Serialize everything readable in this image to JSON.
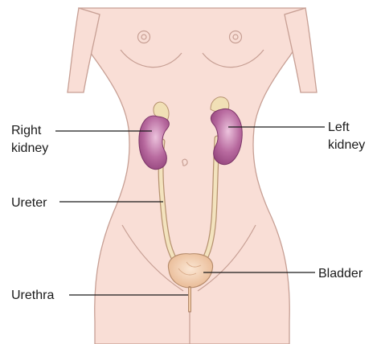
{
  "labels": {
    "right_kidney": [
      "Right",
      "kidney"
    ],
    "left_kidney": [
      "Left",
      "kidney"
    ],
    "ureter": "Ureter",
    "bladder": "Bladder",
    "urethra": "Urethra"
  },
  "colors": {
    "skin": "#f9ded6",
    "skin_outline": "#c79f94",
    "kidney": "#a7578f",
    "kidney_highlight": "#e4b6d2",
    "adrenal": "#f1e0b6",
    "ureter": "#f3e3be",
    "bladder": "#f0c9a6",
    "leader": "#1a1a1a"
  }
}
